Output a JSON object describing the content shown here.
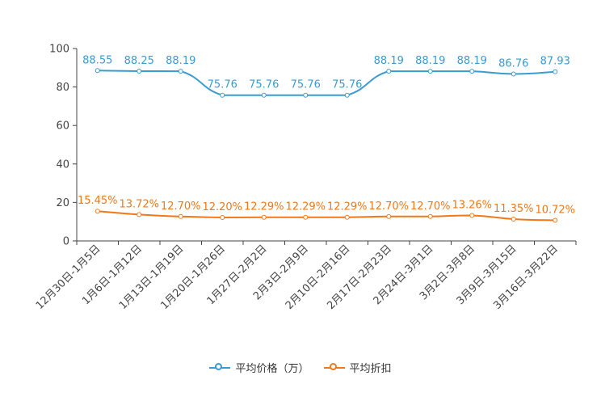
{
  "chart_data": {
    "type": "line",
    "categories": [
      "12月30日-1月5日",
      "1月6日-1月12日",
      "1月13日-1月19日",
      "1月20日-1月26日",
      "1月27日-2月2日",
      "2月3日-2月9日",
      "2月10日-2月16日",
      "2月17日-2月23日",
      "2月24日-3月1日",
      "3月2日-3月8日",
      "3月9日-3月15日",
      "3月16日-3月22日"
    ],
    "series": [
      {
        "name": "平均价格（万）",
        "color": "#3a9bd1",
        "values": [
          88.55,
          88.25,
          88.19,
          75.76,
          75.76,
          75.76,
          75.76,
          88.19,
          88.19,
          88.19,
          86.76,
          87.93
        ],
        "labels": [
          "88.55",
          "88.25",
          "88.19",
          "75.76",
          "75.76",
          "75.76",
          "75.76",
          "88.19",
          "88.19",
          "88.19",
          "86.76",
          "87.93"
        ]
      },
      {
        "name": "平均折扣",
        "color": "#f07818",
        "values": [
          15.45,
          13.72,
          12.7,
          12.2,
          12.29,
          12.29,
          12.29,
          12.7,
          12.7,
          13.26,
          11.35,
          10.72
        ],
        "labels": [
          "15.45%",
          "13.72%",
          "12.70%",
          "12.20%",
          "12.29%",
          "12.29%",
          "12.29%",
          "12.70%",
          "12.70%",
          "13.26%",
          "11.35%",
          "10.72%"
        ]
      }
    ],
    "ylim": [
      0,
      100
    ],
    "yticks": [
      "0",
      "20",
      "40",
      "60",
      "80",
      "100"
    ],
    "grid": false,
    "legend_position": "bottom"
  }
}
